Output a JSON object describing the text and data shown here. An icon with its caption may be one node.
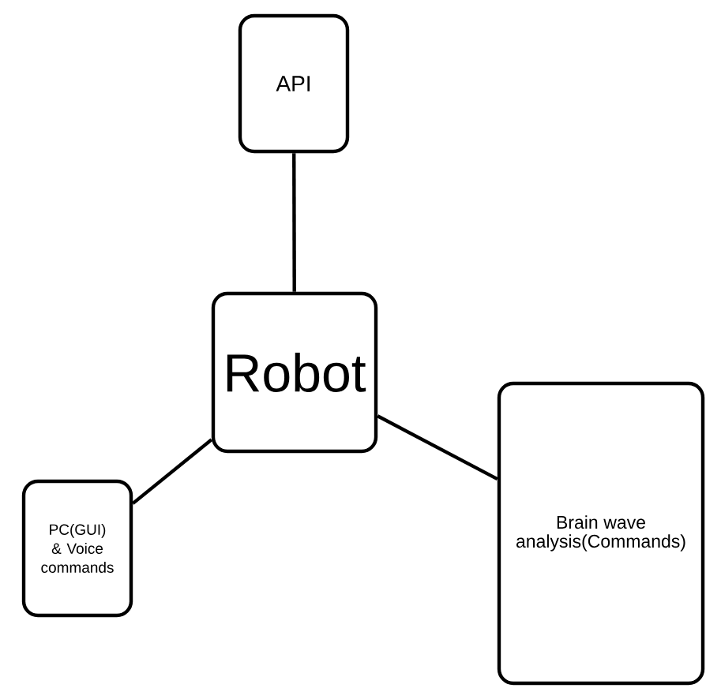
{
  "diagram": {
    "nodes": [
      {
        "text": [
          "API"
        ]
      },
      {
        "text": [
          "Robot"
        ]
      },
      {
        "text": [
          "PC(GUI) & Voice commands"
        ]
      },
      {
        "text": [
          "Brain wave analysis(Commands)"
        ]
      }
    ],
    "edges": [
      {
        "from": 0,
        "to": 1,
        "arrow": "none"
      },
      {
        "from": 1,
        "to": 2,
        "arrow": "none"
      },
      {
        "from": 1,
        "to": 3,
        "arrow": "none"
      }
    ]
  }
}
